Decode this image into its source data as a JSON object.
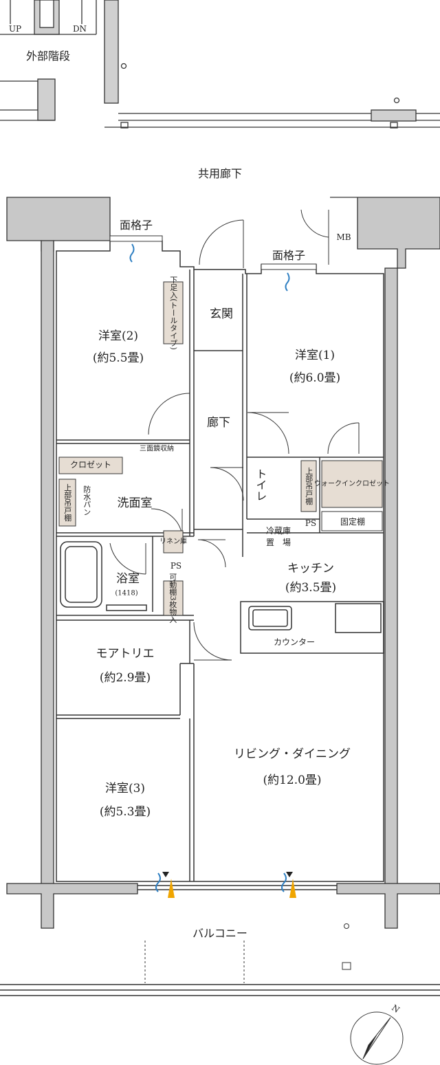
{
  "outside": {
    "stair_up": "UP",
    "stair_down": "DN",
    "stairs": "外部階段",
    "corridor": "共用廊下",
    "balcony": "バルコニー"
  },
  "features": {
    "grille_left": "面格子",
    "grille_right": "面格子",
    "mb": "MB",
    "shoe_cabinet": "下足入(トールタイプ)",
    "closet": "クロゼット",
    "triple_mirror": "三面鏡収納",
    "waterproof_pan": "防水パン",
    "upper_cabinet_left": "上部吊戸棚",
    "upper_cabinet_right": "上部吊戸棚",
    "linen": "リネン庫",
    "ps_center": "PS",
    "ps_right": "PS",
    "movable_shelf": "可動棚3枚物入",
    "walkin_closet": "ウォークインクロゼット",
    "fixed_shelf": "固定棚",
    "fridge_line1": "冷蔵庫",
    "fridge_line2": "置　場",
    "counter": "カウンター",
    "bath_size": "(1418)"
  },
  "rooms": {
    "western2": {
      "name": "洋室(2)",
      "area": "(約5.5畳)"
    },
    "western1": {
      "name": "洋室(1)",
      "area": "(約6.0畳)"
    },
    "entrance": {
      "name": "玄関"
    },
    "hallway": {
      "name": "廊下"
    },
    "washroom": {
      "name": "洗面室"
    },
    "toilet": {
      "name": "トイレ"
    },
    "bath": {
      "name": "浴室"
    },
    "kitchen": {
      "name": "キッチン",
      "area": "(約3.5畳)"
    },
    "atelier": {
      "name": "モアトリエ",
      "area": "(約2.9畳)"
    },
    "western3": {
      "name": "洋室(3)",
      "area": "(約5.3畳)"
    },
    "living": {
      "name": "リビング・ダイニング",
      "area": "(約12.0畳)"
    }
  },
  "compass": {
    "label": "N"
  },
  "colors": {
    "wall": "#c8c8c8",
    "storage": "#e6ddd3",
    "line": "#333333",
    "air": "#2e7fc2",
    "light": "#f0a500"
  }
}
